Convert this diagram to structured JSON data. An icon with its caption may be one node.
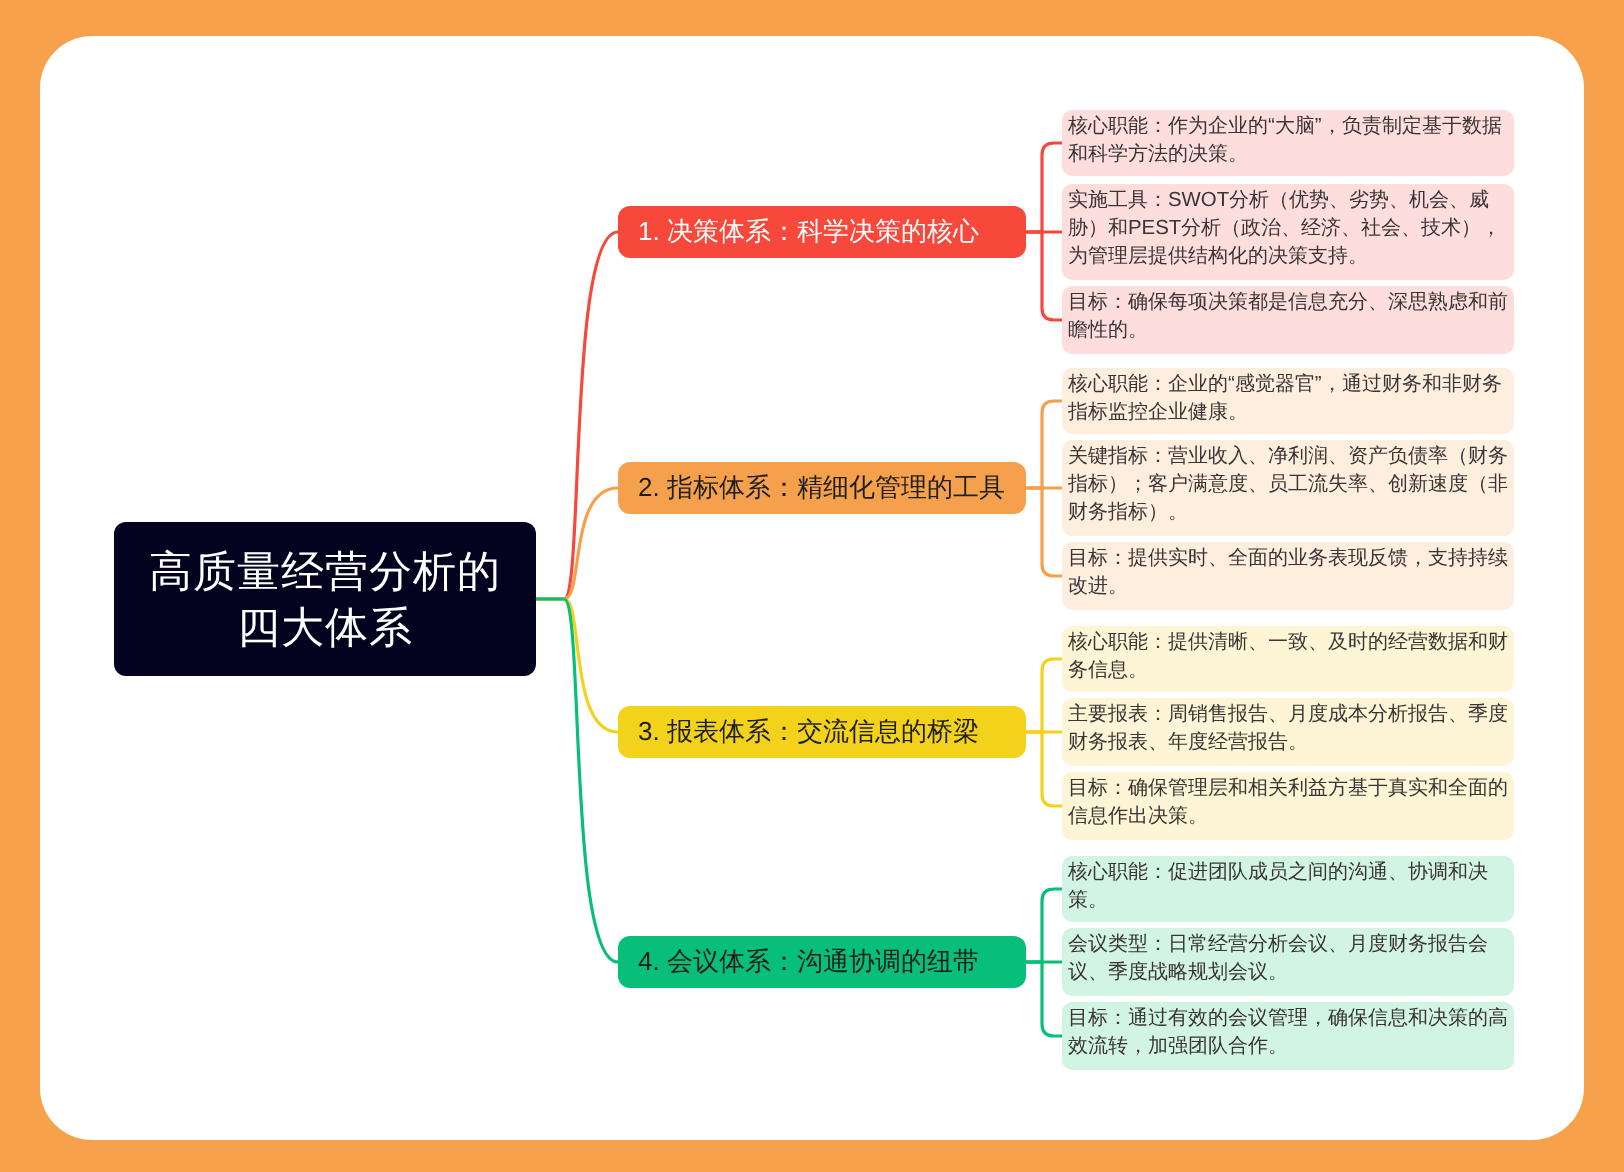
{
  "diagram": {
    "nodes": [
      {
        "text": [
          "高质量经营分析的四大体系"
        ]
      },
      {
        "text": [
          "1. 决策体系：科学决策的核心"
        ]
      },
      {
        "text": [
          "核心职能：作为企业的“大脑”，负责制定基于数据和科学方法的决策。"
        ]
      },
      {
        "text": [
          "实施工具：SWOT分析（优势、劣势、机会、威胁）和PEST分析（政治、经济、社会、技术），为管理层提供结构化的决策支持。"
        ]
      },
      {
        "text": [
          "目标：确保每项决策都是信息充分、深思熟虑和前瞻性的。"
        ]
      },
      {
        "text": [
          "2. 指标体系：精细化管理的工具"
        ]
      },
      {
        "text": [
          "核心职能：企业的“感觉器官”，通过财务和非财务指标监控企业健康。"
        ]
      },
      {
        "text": [
          "关键指标：营业收入、净利润、资产负债率（财务指标）；客户满意度、员工流失率、创新速度（非财务指标）。"
        ]
      },
      {
        "text": [
          "目标：提供实时、全面的业务表现反馈，支持持续改进。"
        ]
      },
      {
        "text": [
          "3. 报表体系：交流信息的桥梁"
        ]
      },
      {
        "text": [
          "核心职能：提供清晰、一致、及时的经营数据和财务信息。"
        ]
      },
      {
        "text": [
          "主要报表：周销售报告、月度成本分析报告、季度财务报表、年度经营报告。"
        ]
      },
      {
        "text": [
          "目标：确保管理层和相关利益方基于真实和全面的信息作出决策。"
        ]
      },
      {
        "text": [
          "4. 会议体系：沟通协调的纽带"
        ]
      },
      {
        "text": [
          "核心职能：促进团队成员之间的沟通、协调和决策。"
        ]
      },
      {
        "text": [
          "会议类型：日常经营分析会议、月度财务报告会议、季度战略规划会议。"
        ]
      },
      {
        "text": [
          "目标：通过有效的会议管理，确保信息和决策的高效流转，加强团队合作。"
        ]
      }
    ],
    "edges": [
      {
        "from": 0,
        "to": 1,
        "arrow": "none",
        "color": "#f6483b"
      },
      {
        "from": 1,
        "to": 2,
        "arrow": "none",
        "color": "#f6483b"
      },
      {
        "from": 1,
        "to": 3,
        "arrow": "none",
        "color": "#f6483b"
      },
      {
        "from": 1,
        "to": 4,
        "arrow": "none",
        "color": "#f6483b"
      },
      {
        "from": 0,
        "to": 5,
        "arrow": "none",
        "color": "#f5a04c"
      },
      {
        "from": 5,
        "to": 6,
        "arrow": "none",
        "color": "#f5a04c"
      },
      {
        "from": 5,
        "to": 7,
        "arrow": "none",
        "color": "#f5a04c"
      },
      {
        "from": 5,
        "to": 8,
        "arrow": "none",
        "color": "#f5a04c"
      },
      {
        "from": 0,
        "to": 9,
        "arrow": "none",
        "color": "#f2d21b"
      },
      {
        "from": 9,
        "to": 10,
        "arrow": "none",
        "color": "#f2d21b"
      },
      {
        "from": 9,
        "to": 11,
        "arrow": "none",
        "color": "#f2d21b"
      },
      {
        "from": 9,
        "to": 12,
        "arrow": "none",
        "color": "#f2d21b"
      },
      {
        "from": 0,
        "to": 13,
        "arrow": "none",
        "color": "#07bf78"
      },
      {
        "from": 13,
        "to": 14,
        "arrow": "none",
        "color": "#07bf78"
      },
      {
        "from": 13,
        "to": 15,
        "arrow": "none",
        "color": "#07bf78"
      },
      {
        "from": 13,
        "to": 16,
        "arrow": "none",
        "color": "#07bf78"
      }
    ]
  }
}
